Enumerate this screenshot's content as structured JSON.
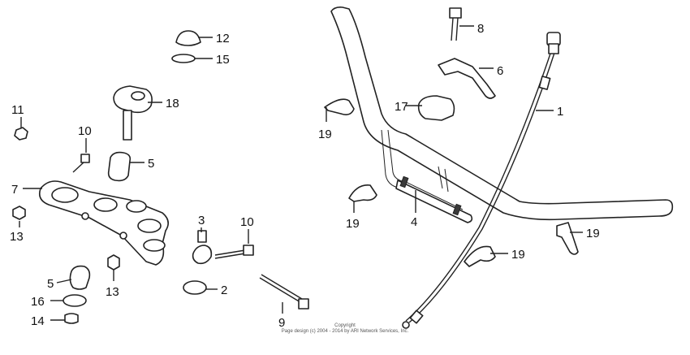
{
  "diagram": {
    "callouts": {
      "c1": "1",
      "c2": "2",
      "c3": "3",
      "c4": "4",
      "c5a": "5",
      "c5b": "5",
      "c6": "6",
      "c7": "7",
      "c8": "8",
      "c9": "9",
      "c10a": "10",
      "c10b": "10",
      "c11": "11",
      "c12": "12",
      "c13a": "13",
      "c13b": "13",
      "c14": "14",
      "c15": "15",
      "c16": "16",
      "c17": "17",
      "c18": "18",
      "c19a": "19",
      "c19b": "19",
      "c19c": "19",
      "c19d": "19"
    },
    "copyright": {
      "line1": "Copyright",
      "line2": "Page design (c) 2004 - 2014 by ARI Network Services, Inc."
    }
  }
}
